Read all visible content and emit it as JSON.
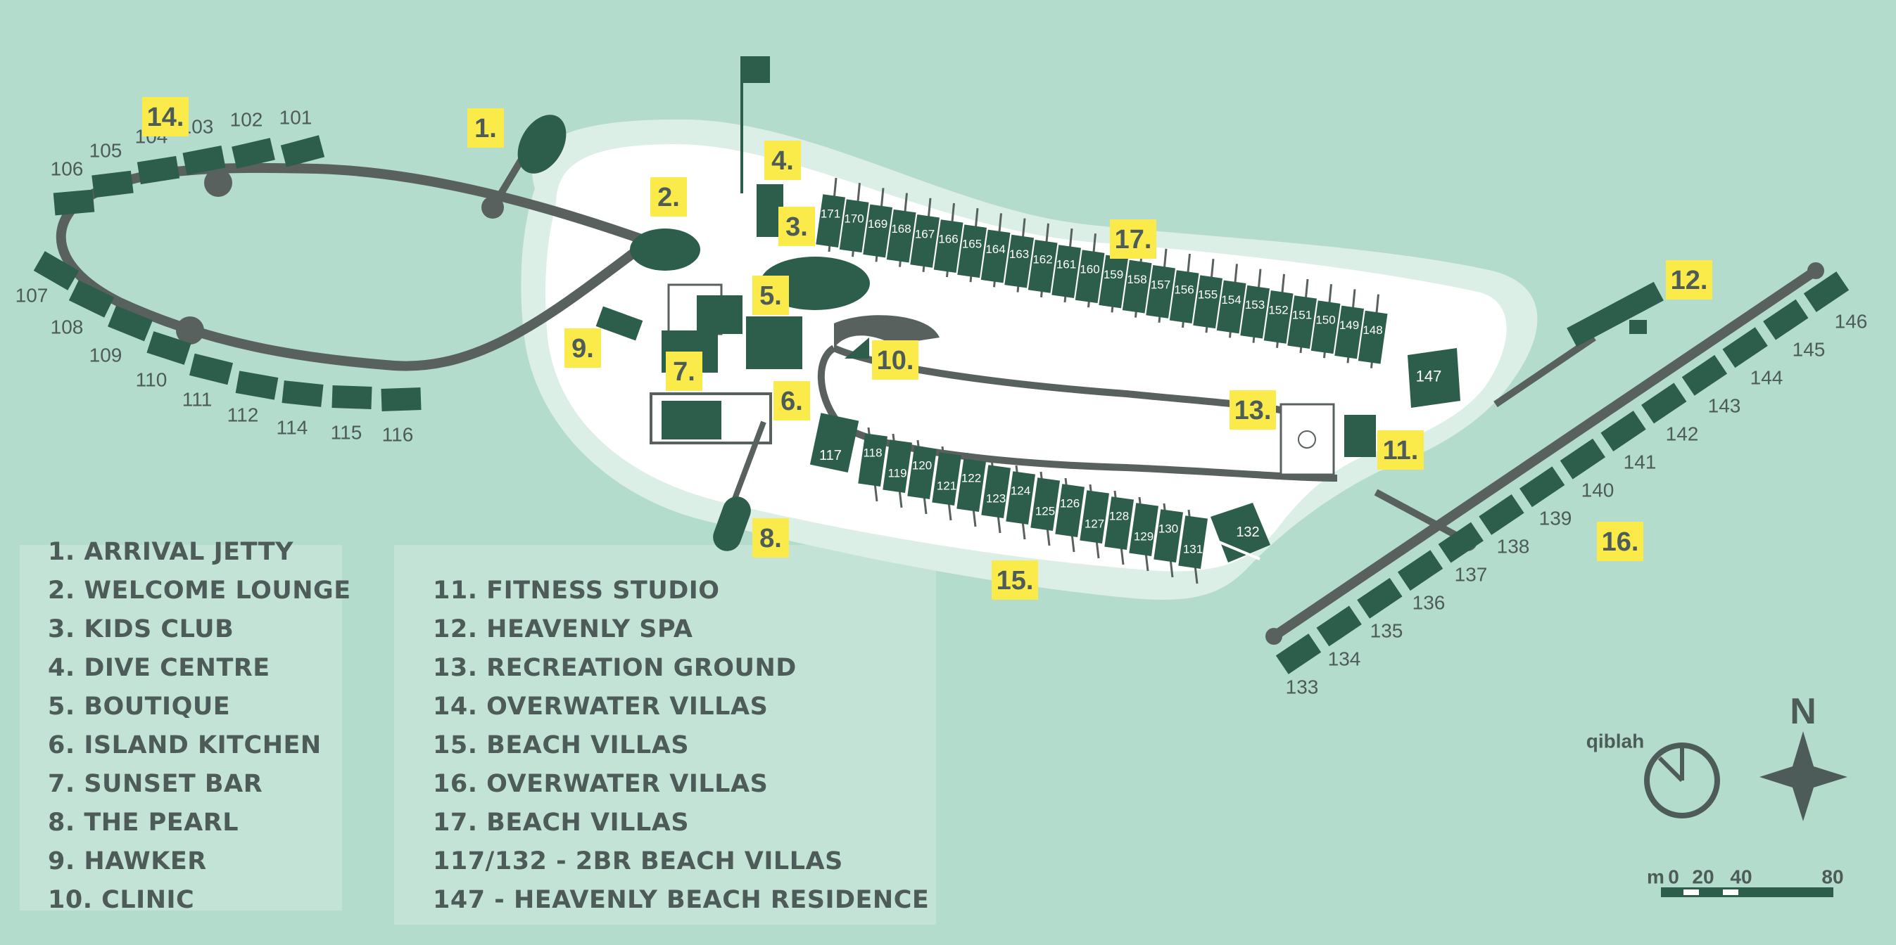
{
  "map": {
    "colors": {
      "sea": "#b4dccc",
      "lagoon": "#dcefe7",
      "island": "#ffffff",
      "villa": "#2d5e4c",
      "path": "#59615f",
      "label_bg": "#fbeb4a",
      "text": "#4d5c59",
      "legend_panel": "#c4e3d7"
    },
    "markers": [
      {
        "id": "m1",
        "text": "1."
      },
      {
        "id": "m2",
        "text": "2."
      },
      {
        "id": "m3",
        "text": "3."
      },
      {
        "id": "m4",
        "text": "4."
      },
      {
        "id": "m5",
        "text": "5."
      },
      {
        "id": "m6",
        "text": "6."
      },
      {
        "id": "m7",
        "text": "7."
      },
      {
        "id": "m8",
        "text": "8."
      },
      {
        "id": "m9",
        "text": "9."
      },
      {
        "id": "m10",
        "text": "10."
      },
      {
        "id": "m11",
        "text": "11."
      },
      {
        "id": "m12",
        "text": "12."
      },
      {
        "id": "m13",
        "text": "13."
      },
      {
        "id": "m14",
        "text": "14."
      },
      {
        "id": "m15",
        "text": "15."
      },
      {
        "id": "m16",
        "text": "16."
      },
      {
        "id": "m17",
        "text": "17."
      }
    ],
    "villa_numbers": {
      "northwest_overwater": [
        "101",
        "102",
        "103",
        "104",
        "105",
        "106"
      ],
      "southwest_overwater": [
        "107",
        "108",
        "109",
        "110",
        "111",
        "112",
        "114",
        "115",
        "116"
      ],
      "south_beach": [
        "117",
        "118",
        "119",
        "120",
        "121",
        "122",
        "123",
        "124",
        "125",
        "126",
        "127",
        "128",
        "129",
        "130",
        "131",
        "132"
      ],
      "north_beach": [
        "147",
        "148",
        "149",
        "150",
        "151",
        "152",
        "153",
        "154",
        "155",
        "156",
        "157",
        "158",
        "159",
        "160",
        "161",
        "162",
        "163",
        "164",
        "165",
        "166",
        "167",
        "168",
        "169",
        "170",
        "171"
      ],
      "east_overwater": [
        "133",
        "134",
        "135",
        "136",
        "137",
        "138",
        "139",
        "140",
        "141",
        "142",
        "143",
        "144",
        "145",
        "146"
      ]
    },
    "legend_left": [
      "1. ARRIVAL JETTY",
      "2. WELCOME LOUNGE",
      "3. KIDS CLUB",
      "4. DIVE CENTRE",
      "5. BOUTIQUE",
      "6. ISLAND KITCHEN",
      "7. SUNSET BAR",
      "8. THE PEARL",
      "9. HAWKER",
      "10. CLINIC"
    ],
    "legend_right": [
      "11. FITNESS STUDIO",
      "12. HEAVENLY SPA",
      "13. RECREATION GROUND",
      "14. OVERWATER VILLAS",
      "15. BEACH VILLAS",
      "16. OVERWATER VILLAS",
      "17. BEACH VILLAS",
      "117/132 - 2BR BEACH VILLAS",
      "147 - HEAVENLY BEACH RESIDENCE"
    ],
    "qibla_label": "qiblah",
    "compass_label": "N",
    "scale": {
      "unit": "m",
      "ticks": [
        "0",
        "20",
        "40",
        "80"
      ]
    }
  }
}
